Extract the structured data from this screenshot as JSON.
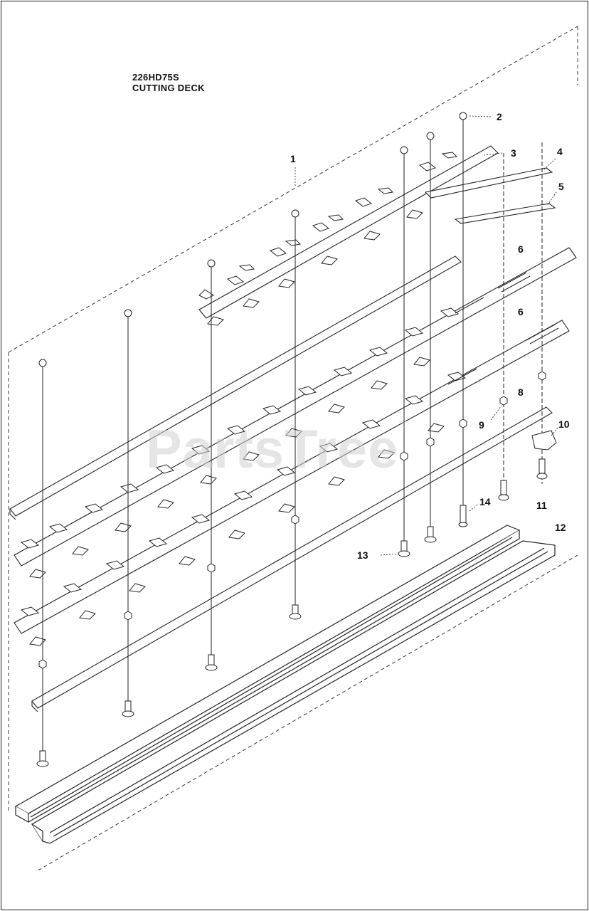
{
  "title": {
    "model": "226HD75S",
    "name": "CUTTING DECK"
  },
  "watermark": "PartsTree",
  "callouts": [
    "1",
    "2",
    "3",
    "4",
    "5",
    "6",
    "6",
    "8",
    "9",
    "10",
    "11",
    "12",
    "13",
    "14"
  ]
}
